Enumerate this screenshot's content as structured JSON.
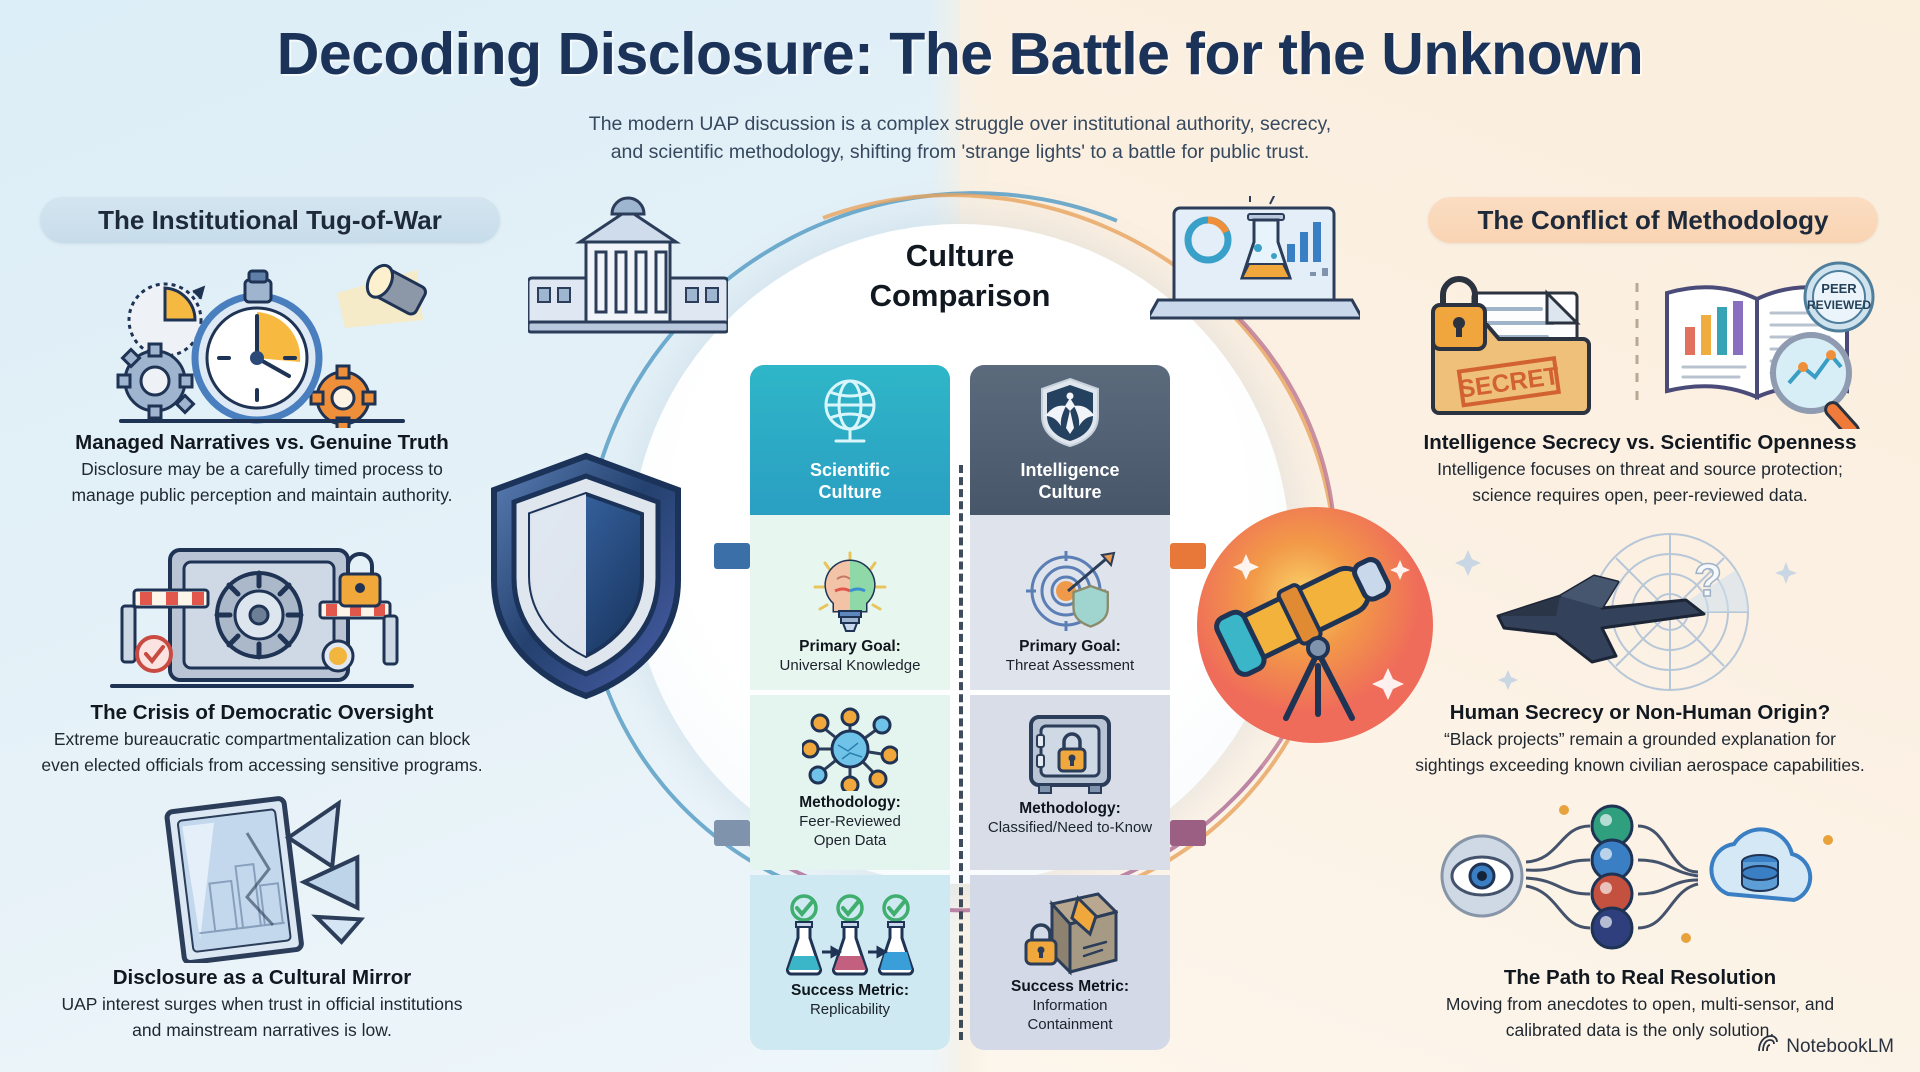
{
  "header": {
    "title": "Decoding Disclosure: The Battle for the Unknown",
    "subtitle_line1": "The modern UAP discussion is a complex struggle over institutional authority, secrecy,",
    "subtitle_line2": "and scientific methodology, shifting from 'strange lights' to a battle for public trust."
  },
  "left_section": {
    "pill_label": "The Institutional Tug-of-War",
    "blocks": [
      {
        "icon": "stopwatch-gears-spotlight-icon",
        "heading": "Managed Narratives vs. Genuine Truth",
        "body_line1": "Disclosure may be a carefully timed process to",
        "body_line2": "manage public perception and maintain authority."
      },
      {
        "icon": "vault-barrier-lock-icon",
        "heading": "The Crisis of Democratic Oversight",
        "body_line1": "Extreme bureaucratic compartmentalization can block",
        "body_line2": "even elected officials from accessing sensitive programs."
      },
      {
        "icon": "cracked-mirror-icon",
        "heading": "Disclosure as a Cultural Mirror",
        "body_line1": "UAP interest surges when trust in official institutions",
        "body_line2": "and mainstream narratives is low."
      }
    ]
  },
  "right_section": {
    "pill_label": "The Conflict of Methodology",
    "blocks": [
      {
        "icon": "secret-folder-vs-peer-reviewed-book-icon",
        "badge_line1": "PEER",
        "badge_line2": "REVIEWED",
        "folder_stamp": "SECRET",
        "heading": "Intelligence Secrecy vs. Scientific Openness",
        "body_line1": "Intelligence focuses on threat and source protection;",
        "body_line2": "science requires open, peer-reviewed data."
      },
      {
        "icon": "stealth-jet-radar-question-icon",
        "heading": "Human Secrecy or Non-Human Origin?",
        "body_line1": "“Black projects” remain a grounded explanation for",
        "body_line2": "sightings exceeding known civilian aerospace capabilities."
      },
      {
        "icon": "multi-sensor-to-cloud-data-icon",
        "heading": "The Path to Real Resolution",
        "body_line1": "Moving from anecdotes to open, multi-sensor, and",
        "body_line2": "calibrated data is the only solution."
      }
    ]
  },
  "center": {
    "title_line1": "Culture",
    "title_line2": "Comparison",
    "shield_icon": "heraldic-shield-icon",
    "capitol_icon": "government-building-icon",
    "lab-laptop_icon": "science-laptop-beaker-icon",
    "telescope_icon": "telescope-sunburst-icon",
    "columns": [
      {
        "id": "scientific",
        "header_icon": "globe-icon",
        "header_line1": "Scientific",
        "header_line2": "Culture",
        "accent": "#2a9fc2",
        "rows": [
          {
            "icon": "brain-lightbulb-icon",
            "label": "Primary Goal:",
            "value_line1": "Universal Knowledge",
            "value_line2": ""
          },
          {
            "icon": "network-nodes-icon",
            "label": "Methodology:",
            "value_line1": "Feer-Reviewed",
            "value_line2": "Open Data"
          },
          {
            "icon": "three-flasks-check-icon",
            "label": "Success Metric:",
            "value_line1": "Replicability",
            "value_line2": ""
          }
        ]
      },
      {
        "id": "intelligence",
        "header_icon": "eagle-shield-icon",
        "header_line1": "Intelligence",
        "header_line2": "Culture",
        "accent": "#48566a",
        "rows": [
          {
            "icon": "target-arrow-shield-icon",
            "label": "Primary Goal:",
            "value_line1": "Threat Assessment",
            "value_line2": ""
          },
          {
            "icon": "safe-lock-icon",
            "label": "Methodology:",
            "value_line1": "Classified/Need to-Know",
            "value_line2": ""
          },
          {
            "icon": "locked-package-icon",
            "label": "Success Metric:",
            "value_line1": "Information",
            "value_line2": "Containment"
          }
        ]
      }
    ]
  },
  "footer": {
    "watermark_icon": "notebooklm-logo-icon",
    "watermark_label": "NotebookLM"
  },
  "colors": {
    "title": "#1b3259",
    "bg_left": "#dceef7",
    "bg_right": "#faeedd",
    "scientific": "#2a9fc2",
    "intelligence": "#48566a",
    "accent_orange": "#e8773a",
    "accent_blue": "#3a6fa8"
  }
}
